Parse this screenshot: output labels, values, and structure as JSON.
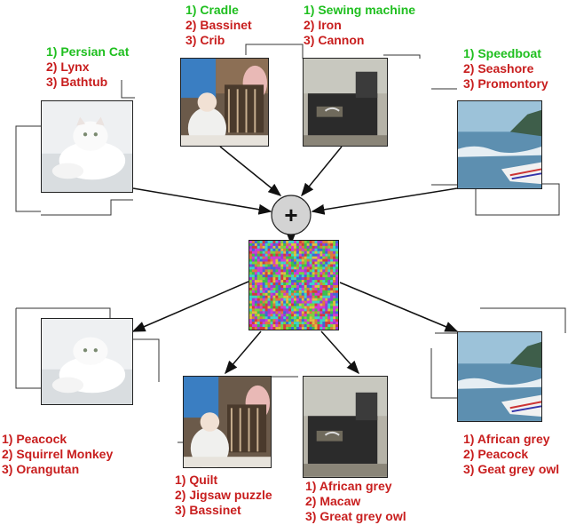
{
  "colors": {
    "top1": "#1fbf1f",
    "other": "#c81e1e",
    "arrow": "#111111",
    "plus_circle": "#d0d0d0"
  },
  "operator_symbol": "+",
  "clean_images": {
    "cat": {
      "labels": [
        "1) Persian Cat",
        "2) Lynx",
        "3) Bathtub"
      ]
    },
    "doll": {
      "labels": [
        "1) Cradle",
        "2) Bassinet",
        "3) Crib"
      ]
    },
    "sewing": {
      "labels": [
        "1) Sewing machine",
        "2) Iron",
        "3) Cannon"
      ]
    },
    "boat": {
      "labels": [
        "1) Speedboat",
        "2) Seashore",
        "3) Promontory"
      ]
    }
  },
  "perturbed_images": {
    "cat": {
      "labels": [
        "1) Peacock",
        "2) Squirrel Monkey",
        "3) Orangutan"
      ]
    },
    "doll": {
      "labels": [
        "1) Quilt",
        "2) Jigsaw puzzle",
        "3) Bassinet"
      ]
    },
    "sewing": {
      "labels": [
        "1) African grey",
        "2) Macaw",
        "3) Great grey owl"
      ]
    },
    "boat": {
      "labels": [
        "1) African grey",
        "2) Peacock",
        "3) Geat grey owl"
      ]
    }
  }
}
